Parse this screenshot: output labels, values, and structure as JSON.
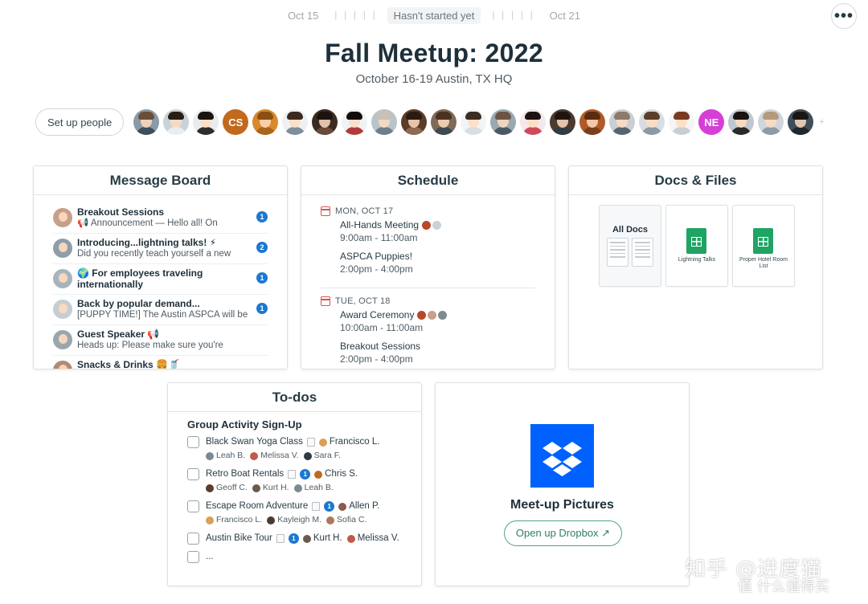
{
  "timeline": {
    "start_date": "Oct 15",
    "status": "Hasn't started yet",
    "end_date": "Oct 21"
  },
  "more_button": "•••",
  "project": {
    "title": "Fall Meetup: 2022",
    "subtitle": "October 16-19 Austin, TX HQ"
  },
  "people": {
    "setup_label": "Set up people",
    "avatars": [
      {
        "initials": "",
        "bg": "#8a9aa6",
        "hair": "#6b4e3a",
        "body": "#3d4f5c"
      },
      {
        "initials": "",
        "bg": "#c9d2d8",
        "hair": "#2a1d14",
        "body": "#e9edf0"
      },
      {
        "initials": "",
        "bg": "#e8ecef",
        "hair": "#1a1412",
        "body": "#2d2d2d"
      },
      {
        "initials": "CS",
        "bg": "#c16a1e"
      },
      {
        "initials": "",
        "bg": "#d8892b",
        "hair": "#8a4f12",
        "body": "#a8651c"
      },
      {
        "initials": "",
        "bg": "#eef1f3",
        "hair": "#3a2a1e",
        "body": "#7b8f9c"
      },
      {
        "initials": "",
        "bg": "#3b2a22",
        "hair": "#1c130f",
        "body": "#6a4a38"
      },
      {
        "initials": "",
        "bg": "#f0f2f4",
        "hair": "#120c0a",
        "body": "#b23a3a"
      },
      {
        "initials": "",
        "bg": "#b8c4cc",
        "hair": "#c9c0b6",
        "body": "#6d7f8b"
      },
      {
        "initials": "",
        "bg": "#5a3c2a",
        "hair": "#2b1a10",
        "body": "#8e6a52"
      },
      {
        "initials": "",
        "bg": "#7d6a58",
        "hair": "#4a3222",
        "body": "#3c4a52"
      },
      {
        "initials": "",
        "bg": "#f2f4f6",
        "hair": "#3a2c22",
        "body": "#d9dee2"
      },
      {
        "initials": "",
        "bg": "#9aa8b0",
        "hair": "#6c5443",
        "body": "#4a5a64"
      },
      {
        "initials": "",
        "bg": "#f5e8ea",
        "hair": "#1c1210",
        "body": "#d04a5a"
      },
      {
        "initials": "",
        "bg": "#4a3a30",
        "hair": "#20140e",
        "body": "#2e3c46"
      },
      {
        "initials": "",
        "bg": "#b05a2a",
        "hair": "#5a2c12",
        "body": "#7a3e1e"
      },
      {
        "initials": "",
        "bg": "#c8d0d6",
        "hair": "#8c7a6a",
        "body": "#556670"
      },
      {
        "initials": "",
        "bg": "#d8dde1",
        "hair": "#5c3e2c",
        "body": "#8a9aa6"
      },
      {
        "initials": "",
        "bg": "#f4f5f6",
        "hair": "#7a3a22",
        "body": "#c7cfd4"
      },
      {
        "initials": "NE",
        "bg": "#d63fd6"
      },
      {
        "initials": "",
        "bg": "#bfc8ce",
        "hair": "#1a1210",
        "body": "#2a2a2a"
      },
      {
        "initials": "",
        "bg": "#cfd6db",
        "hair": "#b49a7a",
        "body": "#8c9ca6"
      },
      {
        "initials": "",
        "bg": "#3f4e58",
        "hair": "#1a1614",
        "body": "#20282e"
      }
    ]
  },
  "message_board": {
    "title": "Message Board",
    "items": [
      {
        "title": "Breakout Sessions",
        "excerpt": "📢 Announcement — Hello all! On",
        "count": "1",
        "avatar_bg": "#c5a08a"
      },
      {
        "title": "Introducing...lightning talks! ⚡",
        "excerpt": "Did you recently teach yourself a new",
        "count": "2",
        "avatar_bg": "#8e9ea8"
      },
      {
        "title": "🌍 For employees traveling internationally",
        "excerpt": "",
        "count": "1",
        "avatar_bg": "#a8b4bc"
      },
      {
        "title": "Back by popular demand...",
        "excerpt": "[PUPPY TIME!] The Austin ASPCA will be",
        "count": "1",
        "avatar_bg": "#c6ced4"
      },
      {
        "title": "Guest Speaker 📢",
        "excerpt": "Heads up: Please make sure you're",
        "count": "",
        "avatar_bg": "#9aa6ae"
      },
      {
        "title": "Snacks & Drinks 🍔🥤",
        "excerpt": "",
        "count": "",
        "avatar_bg": "#b08a74"
      }
    ]
  },
  "schedule": {
    "title": "Schedule",
    "days": [
      {
        "date": "MON, OCT 17",
        "events": [
          {
            "title": "All-Hands Meeting",
            "time": "9:00am - 11:00am",
            "avatars": [
              "#b8482a",
              "#c9d2d8"
            ]
          },
          {
            "title": "ASPCA Puppies!",
            "time": "2:00pm - 4:00pm",
            "avatars": []
          }
        ]
      },
      {
        "date": "TUE, OCT 18",
        "events": [
          {
            "title": "Award Ceremony",
            "time": "10:00am - 11:00am",
            "avatars": [
              "#b8482a",
              "#c9a08a",
              "#7d8a92"
            ]
          },
          {
            "title": "Breakout Sessions",
            "time": "2:00pm - 4:00pm",
            "avatars": []
          }
        ]
      }
    ]
  },
  "docs_files": {
    "title": "Docs & Files",
    "folder_label": "All Docs",
    "sheets": [
      {
        "name": "Lightning Talks"
      },
      {
        "name": "Proper Hotel Room List"
      }
    ]
  },
  "todos": {
    "title": "To-dos",
    "list_title": "Group Activity Sign-Up",
    "items": [
      {
        "label": "Black Swan Yoga Class",
        "count": "",
        "assignees": [
          {
            "name": "Francisco L.",
            "color": "#d9a05a"
          },
          {
            "name": "Leah B.",
            "color": "#7a8a94"
          },
          {
            "name": "Melissa V.",
            "color": "#c05a4a"
          },
          {
            "name": "Sara F.",
            "color": "#2e3a42"
          }
        ]
      },
      {
        "label": "Retro Boat Rentals",
        "count": "1",
        "assignees": [
          {
            "name": "Chris S.",
            "color": "#c16a1e"
          },
          {
            "name": "Geoff C.",
            "color": "#5a3c2a"
          },
          {
            "name": "Kurt H.",
            "color": "#6a5a4a"
          },
          {
            "name": "Leah B.",
            "color": "#7a8a94"
          }
        ]
      },
      {
        "label": "Escape Room Adventure",
        "count": "1",
        "assignees": [
          {
            "name": "Allen P.",
            "color": "#8a5a4a"
          },
          {
            "name": "Francisco L.",
            "color": "#d9a05a"
          },
          {
            "name": "Kayleigh M.",
            "color": "#4a3a30"
          },
          {
            "name": "Sofia C.",
            "color": "#a87a5a"
          }
        ]
      },
      {
        "label": "Austin Bike Tour",
        "count": "1",
        "assignees": [
          {
            "name": "Kurt H.",
            "color": "#6a5a4a"
          },
          {
            "name": "Melissa V.",
            "color": "#c05a4a"
          }
        ]
      },
      {
        "label": "...",
        "count": "",
        "assignees": []
      }
    ]
  },
  "dropbox": {
    "title": "Meet-up Pictures",
    "button_label": "Open up Dropbox ↗"
  },
  "watermark": {
    "line1": "知乎 @进度猫",
    "line2": "值 什么值得买"
  }
}
